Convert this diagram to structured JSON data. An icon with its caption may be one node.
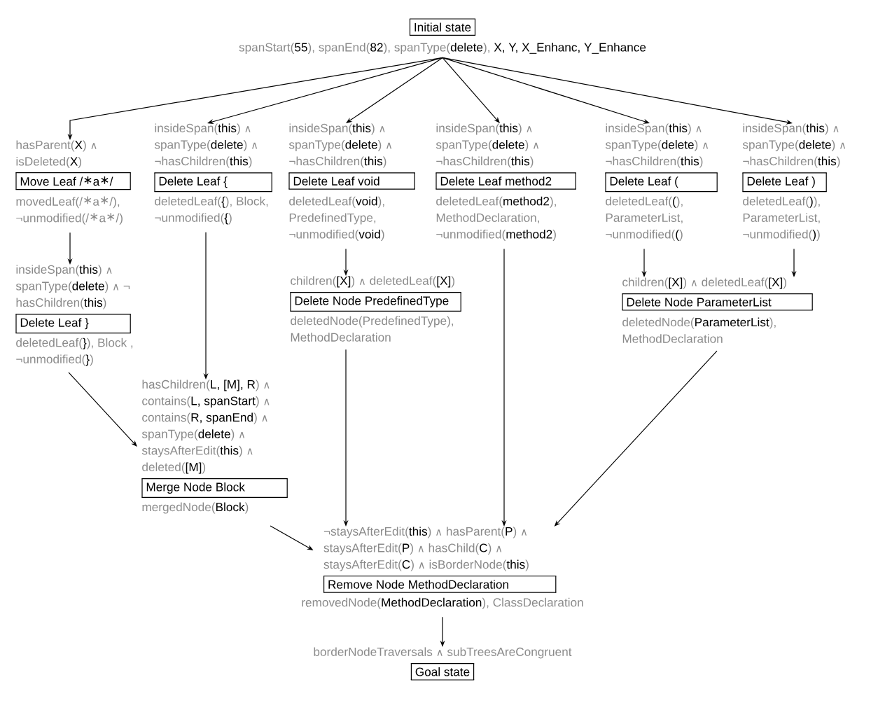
{
  "diagram": {
    "nodes": [
      {
        "text": [
          "Initial state",
          "spanStart(**55**), spanEnd(**82**), spanType(**delete**), **X, Y, X_Enhanc, Y_Enhance**"
        ]
      },
      {
        "text": [
          "hasParent(**X**) ∧ isDeleted(**X**)",
          "Move Leaf /∗a∗/",
          "movedLeaf(/∗a∗/), ¬unmodified(/∗a∗/)"
        ]
      },
      {
        "text": [
          "insideSpan(**this**) ∧ spanType(**delete**) ∧ ¬hasChildren(**this**)",
          "Delete Leaf {",
          "deletedLeaf(**{**), Block, ¬unmodified(**{**)"
        ]
      },
      {
        "text": [
          "insideSpan(**this**) ∧ spanType(**delete**) ∧ ¬hasChildren(**this**)",
          "Delete Leaf void",
          "deletedLeaf(**void**), PredefinedType, ¬unmodified(**void**)"
        ]
      },
      {
        "text": [
          "insideSpan(**this**) ∧ spanType(**delete**) ∧ ¬hasChildren(**this**)",
          "Delete Leaf method2",
          "deletedLeaf(**method2**), MethodDeclaration, ¬unmodified(**method2**)"
        ]
      },
      {
        "text": [
          "insideSpan(**this**) ∧ spanType(**delete**) ∧ ¬hasChildren(**this**)",
          "Delete Leaf (",
          "deletedLeaf(**(**), ParameterList, ¬unmodified(**(**)"
        ]
      },
      {
        "text": [
          "insideSpan(**this**) ∧ spanType(**delete**) ∧ ¬hasChildren(**this**)",
          "Delete Leaf )",
          "deletedLeaf(**)**), ParameterList, ¬unmodified(**)**)"
        ]
      },
      {
        "text": [
          "insideSpan(**this**) ∧ spanType(**delete**) ∧ ¬ hasChildren(**this**)",
          "Delete Leaf }",
          "deletedLeaf(**}**), Block , ¬unmodified(**}**)"
        ]
      },
      {
        "text": [
          "children(**[X]**) ∧ deletedLeaf(**[X]**)",
          "Delete Node PredefinedType",
          "deletedNode(PredefinedType), MethodDeclaration"
        ]
      },
      {
        "text": [
          "children(**[X]**) ∧ deletedLeaf(**[X]**)",
          "Delete Node ParameterList",
          "deletedNode(**ParameterList**), MethodDeclaration"
        ]
      },
      {
        "text": [
          "hasChildren(**L, [M], R**) ∧ contains(**L, spanStart**) ∧ contains(**R, spanEnd**) ∧ spanType(**delete**) ∧ staysAfterEdit(**this**) ∧ deleted(**[M]**)",
          "Merge Node Block",
          "mergedNode(**Block**)"
        ]
      },
      {
        "text": [
          "¬staysAfterEdit(**this**) ∧ hasParent(**P**) ∧ staysAfterEdit(**P**) ∧ hasChild(**C**) ∧ staysAfterEdit(**C**) ∧ isBorderNode(**this**)",
          "Remove Node MethodDeclaration",
          "removedNode(**MethodDeclaration**), ClassDeclaration"
        ]
      },
      {
        "text": [
          "borderNodeTraversals ∧ subTreesAreCongruent",
          "Goal state"
        ]
      }
    ],
    "edges": [
      {
        "from": 0,
        "to": 1,
        "arrow": "to"
      },
      {
        "from": 0,
        "to": 2,
        "arrow": "to"
      },
      {
        "from": 0,
        "to": 3,
        "arrow": "to"
      },
      {
        "from": 0,
        "to": 4,
        "arrow": "to"
      },
      {
        "from": 0,
        "to": 5,
        "arrow": "to"
      },
      {
        "from": 0,
        "to": 6,
        "arrow": "to"
      },
      {
        "from": 1,
        "to": 7,
        "arrow": "to"
      },
      {
        "from": 7,
        "to": 10,
        "arrow": "to"
      },
      {
        "from": 2,
        "to": 10,
        "arrow": "to"
      },
      {
        "from": 3,
        "to": 8,
        "arrow": "to"
      },
      {
        "from": 5,
        "to": 9,
        "arrow": "to"
      },
      {
        "from": 6,
        "to": 9,
        "arrow": "to"
      },
      {
        "from": 10,
        "to": 11,
        "arrow": "to"
      },
      {
        "from": 8,
        "to": 11,
        "arrow": "to"
      },
      {
        "from": 4,
        "to": 11,
        "arrow": "to"
      },
      {
        "from": 9,
        "to": 11,
        "arrow": "to"
      },
      {
        "from": 11,
        "to": 12,
        "arrow": "to"
      }
    ]
  }
}
